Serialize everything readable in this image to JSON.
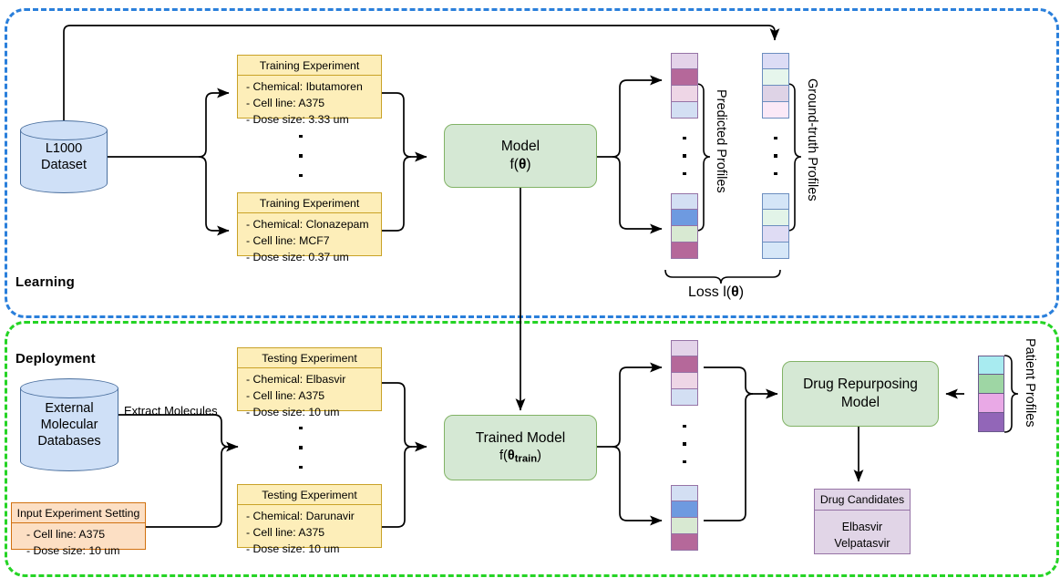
{
  "diagram": {
    "title_learning": "Learning",
    "title_deployment": "Deployment",
    "colors": {
      "learning_border": "#2a7fdb",
      "deployment_border": "#25d425",
      "experiment_fill": "#fdeeb9",
      "experiment_border": "#c9a227",
      "input_setting_fill": "#fcdfc4",
      "input_setting_border": "#d1710f",
      "model_fill": "#d5e8d4",
      "model_border": "#82b366",
      "candidates_fill": "#e1d5e7",
      "candidates_border": "#9673a6",
      "database_fill": "#cfe0f7",
      "database_border": "#4a6f9e"
    }
  },
  "learning": {
    "database": {
      "line1": "L1000",
      "line2": "Dataset"
    },
    "experiments": [
      {
        "header": "Training Experiment",
        "chemical": "- Chemical: Ibutamoren",
        "cell_line": "- Cell line: A375",
        "dose": "- Dose size: 3.33 um"
      },
      {
        "header": "Training Experiment",
        "chemical": "- Chemical: Clonazepam",
        "cell_line": "- Cell line: MCF7",
        "dose": "- Dose size: 0.37 um"
      }
    ],
    "model": {
      "line1": "Model",
      "line2_prefix": "f(",
      "line2_symbol": "θ",
      "line2_suffix": ")"
    },
    "predicted_label": "Predicted Profiles",
    "groundtruth_label": "Ground-truth Profiles",
    "loss_label_prefix": "Loss l(",
    "loss_label_symbol": "θ",
    "loss_label_suffix": ")",
    "predicted_profiles": {
      "top": [
        "#e3d3e9",
        "#b5689a",
        "#eed6e6",
        "#d3dff3"
      ],
      "bottom": [
        "#d3dff3",
        "#6e9ae0",
        "#d8e9d2",
        "#b5689a"
      ],
      "border": "#9673a6"
    },
    "groundtruth_profiles": {
      "top": [
        "#dcdcf5",
        "#e6f6ec",
        "#ded3e6",
        "#fbe9f7"
      ],
      "bottom": [
        "#d4e5f7",
        "#e2f4e8",
        "#dfdcf4",
        "#d6e7f8"
      ],
      "border": "#6c8ebf"
    }
  },
  "deployment": {
    "database": {
      "line1": "External",
      "line2": "Molecular",
      "line3": "Databases"
    },
    "extract_label": "Extract Molecules",
    "input_setting": {
      "header": "Input Experiment Setting",
      "cell_line": "- Cell line: A375",
      "dose": "- Dose size: 10 um"
    },
    "experiments": [
      {
        "header": "Testing Experiment",
        "chemical": "- Chemical: Elbasvir",
        "cell_line": "- Cell line: A375",
        "dose": "- Dose size: 10 um"
      },
      {
        "header": "Testing Experiment",
        "chemical": "- Chemical: Darunavir",
        "cell_line": "- Cell line: A375",
        "dose": "- Dose size: 10 um"
      }
    ],
    "trained_model": {
      "line1": "Trained Model",
      "line2_prefix": "f(",
      "line2_symbol": "θ",
      "line2_sub": "train",
      "line2_suffix": ")"
    },
    "repurposing_model": {
      "line1": "Drug Repurposing",
      "line2": "Model"
    },
    "patient_profiles_label": "Patient Profiles",
    "patient_profiles": {
      "cells": [
        "#a8ebf0",
        "#9ed6a4",
        "#e9a9e6",
        "#9266b8"
      ],
      "border": "#6a5a8a"
    },
    "predicted_profiles": {
      "top": [
        "#e3d3e9",
        "#b5689a",
        "#eed6e6",
        "#d3dff3"
      ],
      "bottom": [
        "#d3dff3",
        "#6e9ae0",
        "#d8e9d2",
        "#b5689a"
      ],
      "border": "#9673a6"
    },
    "drug_candidates": {
      "header": "Drug Candidates",
      "items": [
        "Elbasvir",
        "Velpatasvir"
      ]
    }
  }
}
